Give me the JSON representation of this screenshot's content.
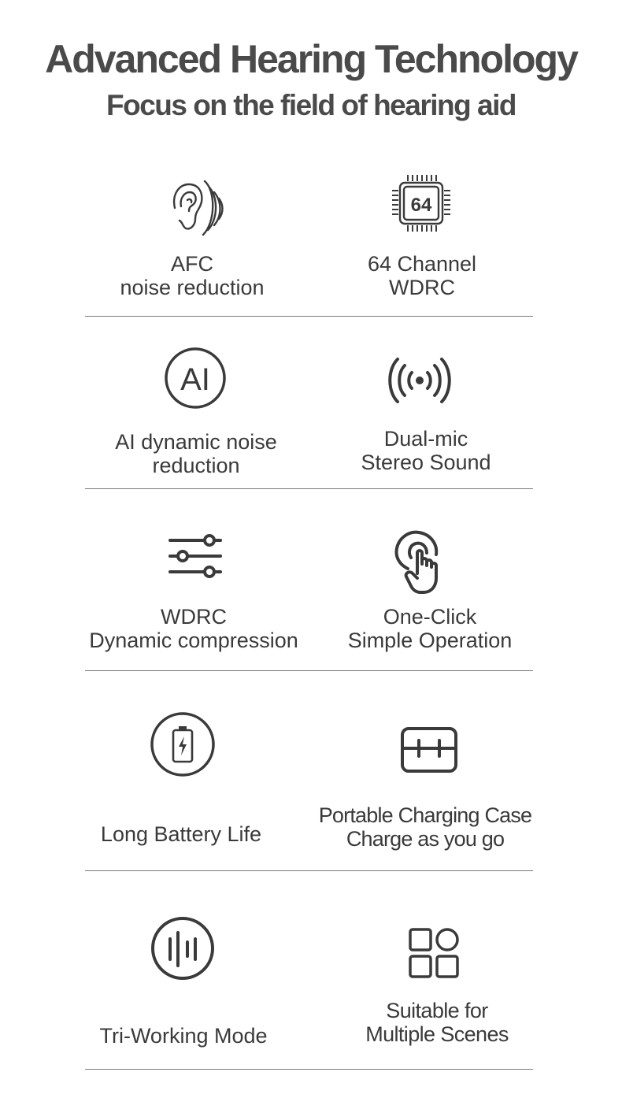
{
  "header": {
    "title": "Advanced Hearing Technology",
    "subtitle": "Focus on the field of hearing aid"
  },
  "icon_color": "#3a3a3a",
  "features": [
    {
      "icon": "ear-sound-icon",
      "line1": "AFC",
      "line2": "noise reduction"
    },
    {
      "icon": "chip-64-icon",
      "chip_text": "64",
      "line1": "64 Channel",
      "line2": "WDRC"
    },
    {
      "icon": "ai-circle-icon",
      "badge_text": "AI",
      "line1": "AI dynamic noise",
      "line2": "reduction"
    },
    {
      "icon": "broadcast-icon",
      "line1": "Dual-mic",
      "line2": "Stereo Sound"
    },
    {
      "icon": "sliders-icon",
      "line1": "WDRC",
      "line2": "Dynamic compression"
    },
    {
      "icon": "tap-hand-icon",
      "line1": "One-Click",
      "line2": "Simple Operation"
    },
    {
      "icon": "battery-icon",
      "line1": "Long Battery Life"
    },
    {
      "icon": "charging-case-icon",
      "line1": "Portable Charging Case",
      "line2": "Charge as you go"
    },
    {
      "icon": "equalizer-circle-icon",
      "line1": "Tri-Working Mode"
    },
    {
      "icon": "grid-apps-icon",
      "line1": "Suitable for",
      "line2": "Multiple Scenes"
    }
  ]
}
